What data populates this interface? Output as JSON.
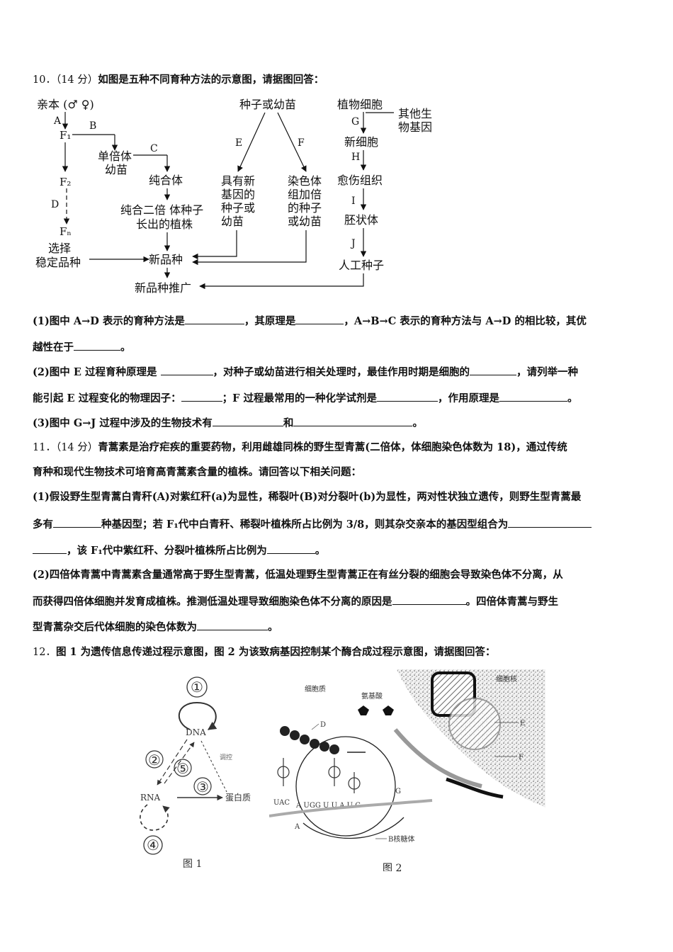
{
  "q10": {
    "number": "10．",
    "score": "（14 分）",
    "stem": "如图是五种不同育种方法的示意图，请据图回答：",
    "diagram": {
      "parents": "亲本 (♂ ♀)",
      "a": "A",
      "f1": "F₁",
      "b": "B",
      "haploid_1": "单倍体",
      "haploid_2": "幼苗",
      "c": "C",
      "pure": "纯合体",
      "diploid_1": "纯合二倍 体种子",
      "diploid_2": "长出的植株",
      "f2": "F₂",
      "d": "D",
      "fn": "Fₙ",
      "select_1": "选择",
      "select_2": "稳定品种",
      "new_variety": "新品种",
      "promote": "新品种推广",
      "seed_or_seedling": "种子或幼苗",
      "e": "E",
      "f": "F",
      "newgene_1": "具有新",
      "newgene_2": "基因的",
      "newgene_3": "种子或",
      "newgene_4": "幼苗",
      "polyploid_1": "染色体",
      "polyploid_2": "组加倍",
      "polyploid_3": "的种子",
      "polyploid_4": "或幼苗",
      "plant_cell": "植物细胞",
      "other_1": "其他生",
      "other_2": "物基因",
      "g": "G",
      "new_cell": "新细胞",
      "h": "H",
      "callus": "愈伤组织",
      "i": "I",
      "embryoid": "胚状体",
      "j": "J",
      "artificial_seed": "人工种子"
    },
    "p1_a": "(1)图中 A→D 表示的育种方法是",
    "p1_b": "，其原理是",
    "p1_c": "，A→B→C 表示的育种方法与 A→D 的相比较，其优",
    "p1_d": "越性在于",
    "p1_e": "。",
    "p2_a": "(2)图中 E 过程育种原理是 ",
    "p2_b": "，对种子或幼苗进行相关处理时，最佳作用时期是细胞的",
    "p2_c": "，请列举一种",
    "p2_d": "能引起 E 过程变化的物理因子：",
    "p2_e": "；F 过程最常用的一种化学试剂是",
    "p2_f": "，作用原理是",
    "p2_g": "。",
    "p3_a": "(3)图中 G→J 过程中涉及的生物技术有",
    "p3_b": "和",
    "p3_c": "。"
  },
  "q11": {
    "number": "11．",
    "score": "（14 分）",
    "stem_1": "青蒿素是治疗疟疾的重要药物，利用雌雄同株的野生型青蒿(二倍体，体细胞染色体数为 18)，通过传统",
    "stem_2": "育种和现代生物技术可培育高青蒿素含量的植株。请回答以下相关问题：",
    "p1_a": "(1)假设野生型青蒿白青秆(A)对紫红秆(a)为显性，稀裂叶(B)对分裂叶(b)为显性，两对性状独立遗传，则野生型青蒿最",
    "p1_b": "多有",
    "p1_c": "种基因型；若 F₁代中白青秆、稀裂叶植株所占比例为 3/8，则其杂交亲本的基因型组合为",
    "p1_d": "，该 F₁代中紫红秆、分裂叶植株所占比例为",
    "p1_e": "。",
    "p2_a": "(2)四倍体青蒿中青蒿素含量通常高于野生型青蒿，低温处理野生型青蒿正在有丝分裂的细胞会导致染色体不分离，从",
    "p2_b": "而获得四倍体细胞并发育成植株。推测低温处理导致细胞染色体不分离的原因是",
    "p2_c": "。四倍体青蒿与野生",
    "p2_d": "型青蒿杂交后代体细胞的染色体数为",
    "p2_e": "。"
  },
  "q12": {
    "number": "12．",
    "stem": "图 1 为遗传信息传递过程示意图，图 2 为该致病基因控制某个酶合成过程示意图，请据图回答：",
    "fig1": {
      "n1": "①",
      "n2": "②",
      "n3": "③",
      "n4": "④",
      "n5": "⑤",
      "dna": "DNA",
      "rna": "RNA",
      "protein": "蛋白质",
      "caption": "图 1"
    },
    "fig2": {
      "cytoplasm": "细胞质",
      "amino_acid": "氨基酸",
      "nucleus": "细胞核",
      "d": "D",
      "e": "E",
      "f": "F",
      "g": "G",
      "uac": "UAC",
      "a": "A",
      "mrna": "A UGG U U A U C",
      "ribosome": "B核糖体",
      "caption": "图 2"
    }
  }
}
